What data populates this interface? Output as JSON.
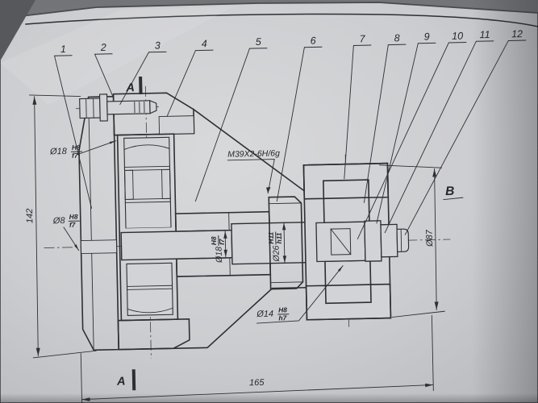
{
  "callouts": {
    "items": [
      {
        "number": "1"
      },
      {
        "number": "2"
      },
      {
        "number": "3"
      },
      {
        "number": "4"
      },
      {
        "number": "5"
      },
      {
        "number": "6"
      },
      {
        "number": "7"
      },
      {
        "number": "8"
      },
      {
        "number": "9"
      },
      {
        "number": "10"
      },
      {
        "number": "11"
      },
      {
        "number": "12"
      }
    ]
  },
  "markers": {
    "section_a_top": "A",
    "section_a_bottom": "A",
    "view_b": "B"
  },
  "dims": {
    "thread_label": "M39X2-6H/6g",
    "d18_left": {
      "dia": "Ø18",
      "fit_num": "H8",
      "fit_den": "f7"
    },
    "d8_left": {
      "dia": "Ø8",
      "fit_num": "H8",
      "fit_den": "f7"
    },
    "d14_bottom": {
      "dia": "Ø14",
      "fit_num": "H8",
      "fit_den": "h7"
    },
    "d18_shaft": {
      "dia": "Ø18",
      "fit_num": "H8",
      "fit_den": "f7"
    },
    "d26_shaft": {
      "dia": "Ø26",
      "fit_num": "H11",
      "fit_den": "h11"
    },
    "d87": "Ø87",
    "length_overall": "165",
    "height_overall": "142"
  },
  "colors": {
    "paper": "#d1d2d5",
    "ink": "#2e2f33",
    "table": "#7e7f82"
  }
}
